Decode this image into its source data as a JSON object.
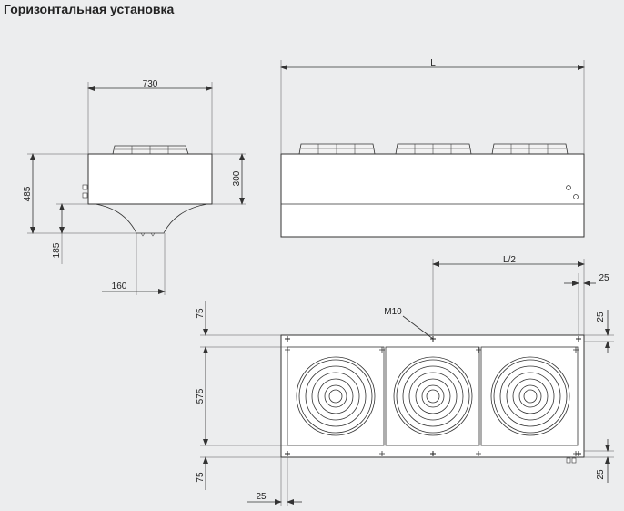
{
  "title": "Горизонтальная установка",
  "dimensions": {
    "width_730": "730",
    "height_300": "300",
    "height_485": "485",
    "height_185": "185",
    "pipe_160": "160",
    "length_L": "L",
    "half_L": "L/2",
    "offset_25_top": "25",
    "offset_25_right_top": "25",
    "offset_25_right_bottom": "25",
    "offset_25_bottom": "25",
    "margin_75_top": "75",
    "depth_575": "575",
    "margin_75_bottom": "75",
    "bolt_M10": "M10"
  },
  "views": {
    "side_view": "side-elevation",
    "front_view": "front-elevation",
    "plan_view": "plan-view"
  },
  "fans": {
    "count": 3
  }
}
